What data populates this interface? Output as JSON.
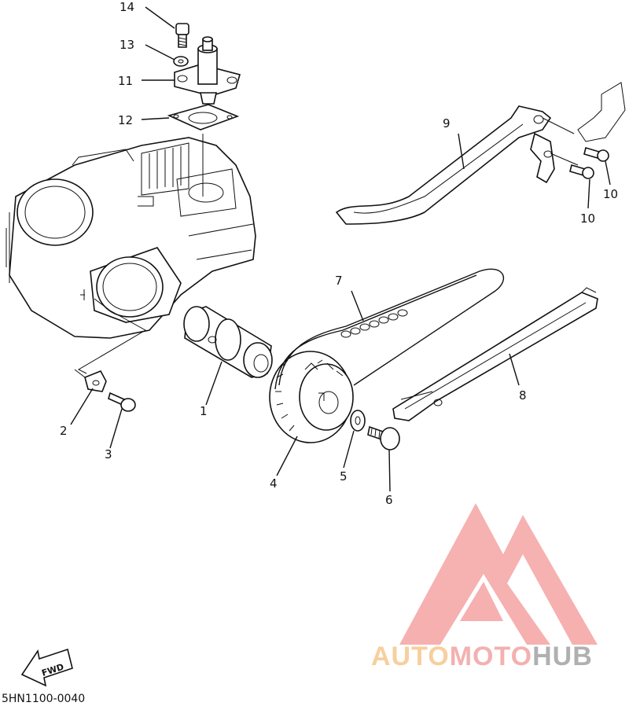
{
  "callouts": {
    "c1": "1",
    "c2": "2",
    "c3": "3",
    "c4": "4",
    "c5": "5",
    "c6": "6",
    "c7": "7",
    "c8": "8",
    "c9": "9",
    "c10a": "10",
    "c10b": "10",
    "c11": "11",
    "c12": "12",
    "c13": "13",
    "c14": "14"
  },
  "diagram_code": "5HN1100-0040",
  "fwd_label": "FWD",
  "watermark": {
    "part1": "AUTO",
    "part2": "MOTO",
    "part3": "HUB",
    "color_triangle": "#f5a3a3",
    "color_auto": "#f6c78e",
    "color_moto": "#f3a3a3",
    "color_hub": "#a3a3a3"
  }
}
